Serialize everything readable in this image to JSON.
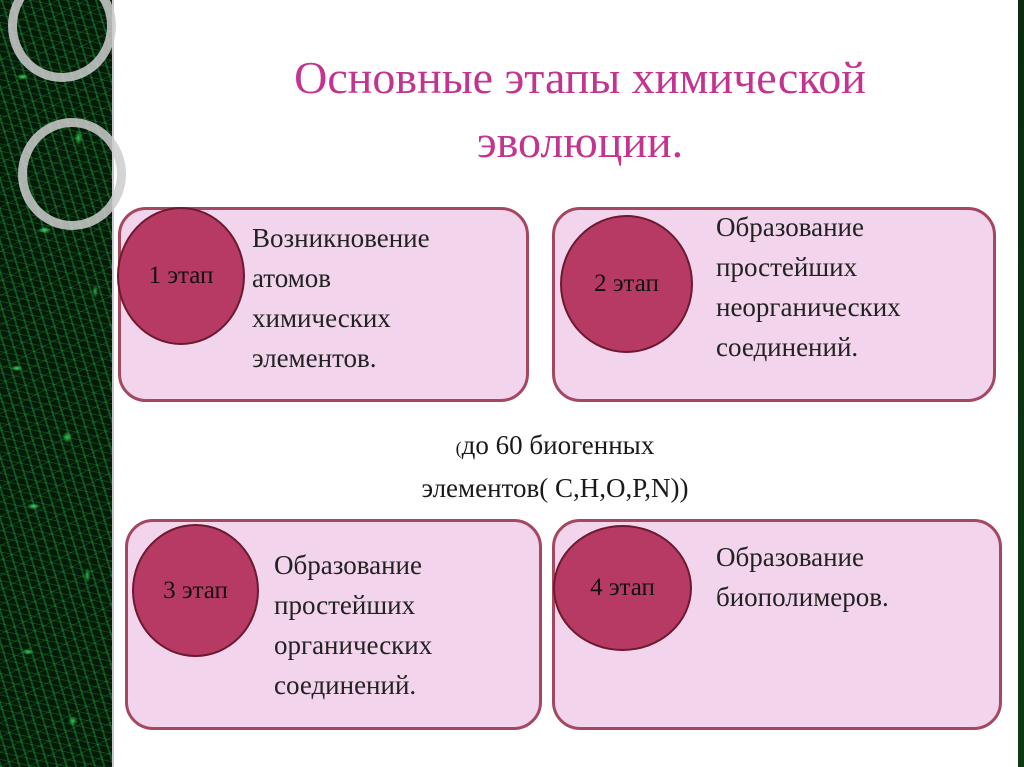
{
  "slide": {
    "title_line1": "Основные этапы химической",
    "title_line2": "эволюции.",
    "stages": [
      {
        "label": "1 этап",
        "lines": [
          "Возникновение",
          "атомов",
          "химических",
          "элементов."
        ]
      },
      {
        "label": "2 этап",
        "lines": [
          "Образование",
          "простейших",
          "неорганических",
          "соединений."
        ]
      },
      {
        "label": "3 этап",
        "lines": [
          "Образование",
          "простейших",
          "органических",
          "соединений."
        ]
      },
      {
        "label": "4 этап",
        "lines": [
          "Образование",
          "биополимеров."
        ]
      }
    ],
    "note": {
      "open_paren": "(",
      "line1": "до 60 биогенных",
      "line2": "элементов( C,H,O,P,N))"
    }
  },
  "colors": {
    "title": "#c2348f",
    "card_fill": "#f2d4ec",
    "card_border": "#a5485f",
    "circle_fill": "#b63a63"
  }
}
